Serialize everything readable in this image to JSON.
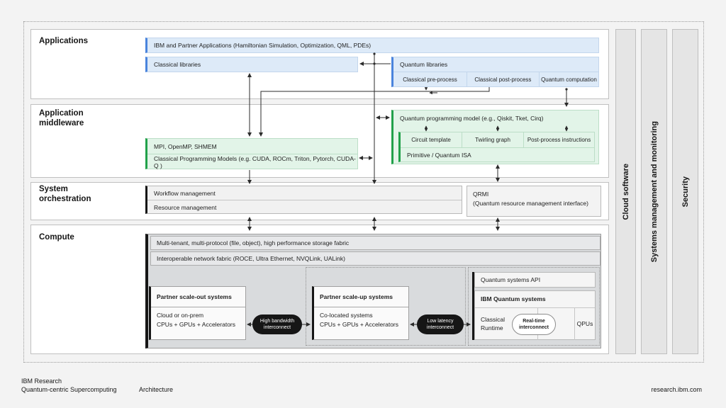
{
  "footer": {
    "brand_line1": "IBM Research",
    "brand_line2": "Quantum-centric Supercomputing",
    "doc_label": "Architecture",
    "site": "research.ibm.com"
  },
  "side_bars": {
    "cloud": "Cloud software",
    "systems": "Systems management and monitoring",
    "security": "Security"
  },
  "applications": {
    "label": "Applications",
    "ibm_partner_apps": "IBM and Partner Applications (Hamiltonian Simulation, Optimization, QML, PDEs)",
    "classical_libraries": "Classical libraries",
    "quantum_libraries": {
      "title": "Quantum libraries",
      "pre": "Classical pre-process",
      "post": "Classical post-process",
      "comp": "Quantum computation"
    }
  },
  "middleware": {
    "label": "Application middleware",
    "mpi": "MPI, OpenMP, SHMEM",
    "cpm": "Classical Programming Models (e.g. CUDA, ROCm, Triton, Pytorch, CUDA-Q )",
    "qpm": {
      "title": "Quantum programming model (e.g., Qiskit, Tket, Cirq)",
      "circuit": "Circuit template",
      "twirling": "Twirling graph",
      "postproc": "Post-process instructions",
      "primitive": "Primitive / Quantum ISA"
    }
  },
  "orchestration": {
    "label": "System orchestration",
    "workflow": "Workflow management",
    "resource": "Resource management",
    "qrmi_line1": "QRMI",
    "qrmi_line2": "(Quantum resource management interface)"
  },
  "compute": {
    "label": "Compute",
    "storage_fabric": "Multi-tenant, multi-protocol (file, object), high performance storage fabric",
    "network_fabric": "Interoperable network fabric (ROCE, Ultra Ethernet, NVQLink, UALink)",
    "scale_out": {
      "title": "Partner scale-out systems",
      "line1": "Cloud or on-prem",
      "line2": "CPUs + GPUs + Accelerators"
    },
    "scale_up": {
      "title": "Partner scale-up systems",
      "line1": "Co-located systems",
      "line2": "CPUs + GPUs + Accelerators"
    },
    "high_bandwidth_pill": "High bandwidth interconnect",
    "low_latency_pill": "Low latency interconnect",
    "quantum": {
      "api": "Quantum systems API",
      "title": "IBM Quantum systems",
      "runtime": "Classical Runtime",
      "realtime_pill": "Real-time interconnect",
      "qpus": "QPUs"
    }
  },
  "colors": {
    "blue_accent": "#4a84dd",
    "green_accent": "#21a14a",
    "black_accent": "#161616",
    "blue_fill": "#ddeaf8",
    "green_fill": "#e2f4e8"
  }
}
